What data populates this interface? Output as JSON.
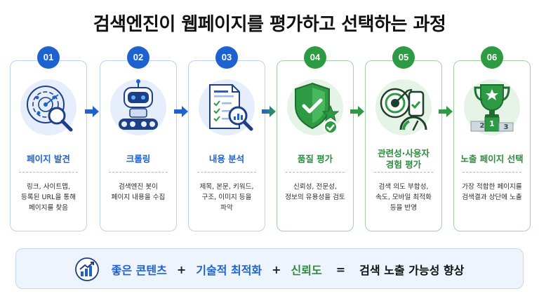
{
  "title": "검색엔진이 웹페이지를 평가하고 선택하는 과정",
  "steps": [
    {
      "number": "01",
      "title": "페이지 발견",
      "desc": [
        "링크, 사이트맵,",
        "등록된 URL을 통해",
        "페이지를 찾음"
      ]
    },
    {
      "number": "02",
      "title": "크롤링",
      "desc": [
        "검색엔진 봇이",
        "페이지 내용을 수집"
      ]
    },
    {
      "number": "03",
      "title": "내용 분석",
      "desc": [
        "제목, 본문, 키워드,",
        "구조, 이미지 등을",
        "파악"
      ]
    },
    {
      "number": "04",
      "title": "품질 평가",
      "desc": [
        "신뢰성, 전문성,",
        "정보의 유용성을 검토"
      ]
    },
    {
      "number": "05",
      "title_lines": [
        "관련성·사용자",
        "경험 평가"
      ],
      "desc": [
        "검색 의도 부합성,",
        "속도, 모바일 최적화",
        "등을 반영"
      ]
    },
    {
      "number": "06",
      "title": "노출 페이지 선택",
      "desc": [
        "가장 적합한 페이지를",
        "검색결과 상단에 노출"
      ]
    }
  ],
  "trophy": {
    "podium": [
      "2",
      "1",
      "3"
    ]
  },
  "formula": {
    "term1": "좋은 콘텐츠",
    "plus1": "+",
    "term2": "기술적 최적화",
    "plus2": "+",
    "term3": "신뢰도",
    "equals": "=",
    "result": "검색 노출 가능성 향상"
  },
  "colors": {
    "blue": "#1e62d0",
    "green": "#2e9a44",
    "navy": "#1c3f86"
  },
  "icons": [
    "radar-search-icon",
    "robot-crawler-icon",
    "document-analysis-icon",
    "shield-check-icon",
    "target-phone-gauge-icon",
    "trophy-icon",
    "growth-chart-icon"
  ]
}
